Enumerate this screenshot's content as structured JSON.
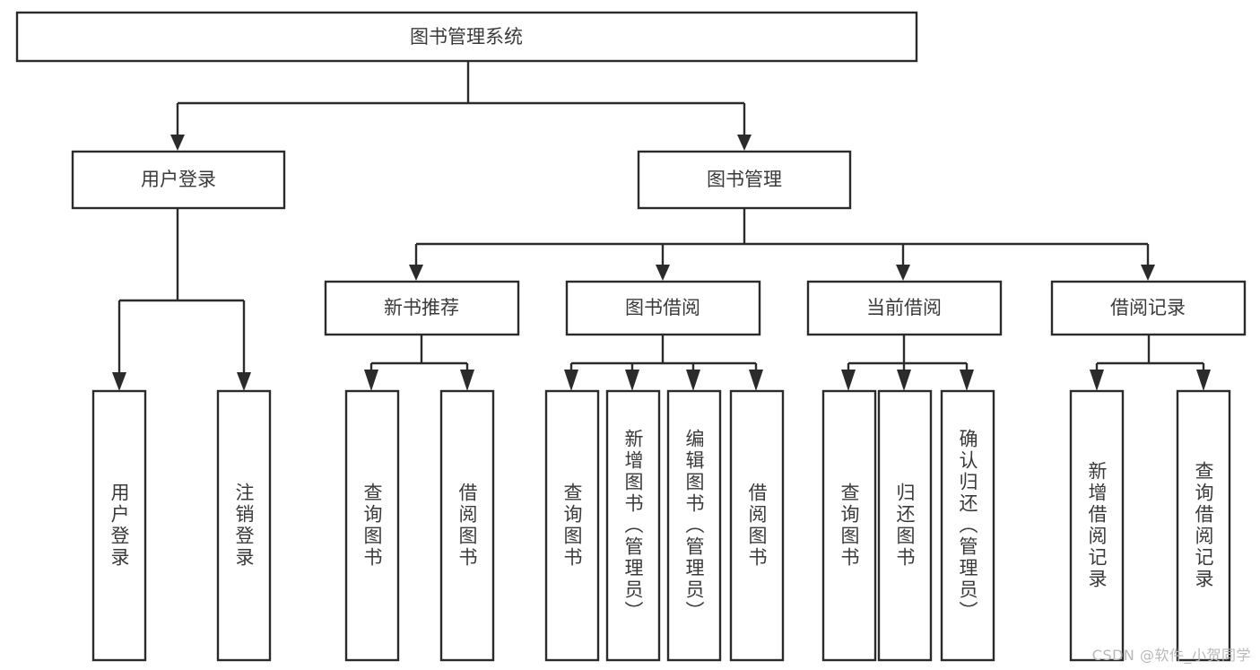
{
  "diagram": {
    "type": "tree-hierarchy-chart",
    "title": "图书管理系统",
    "orientation": "top-down",
    "line_color": "#2b2b2b",
    "box_fill": "#ffffff",
    "text_color": "#3a3a3a",
    "nodes": {
      "root": {
        "label": "图书管理系统",
        "level": 0
      },
      "user_login": {
        "label": "用户登录",
        "level": 1
      },
      "book_manage": {
        "label": "图书管理",
        "level": 1
      },
      "new_book_rec": {
        "label": "新书推荐",
        "level": 2
      },
      "book_borrow": {
        "label": "图书借阅",
        "level": 2
      },
      "current_borrow": {
        "label": "当前借阅",
        "level": 2
      },
      "borrow_record": {
        "label": "借阅记录",
        "level": 2
      },
      "leaf_user_login": {
        "label": "用户登录",
        "level": 3
      },
      "leaf_logout": {
        "label": "注销登录",
        "level": 3
      },
      "leaf_query_book_1": {
        "label": "查询图书",
        "level": 3
      },
      "leaf_borrow_book_1": {
        "label": "借阅图书",
        "level": 3
      },
      "leaf_query_book_2": {
        "label": "查询图书",
        "level": 3
      },
      "leaf_add_book": {
        "label": "新增图书（管理员）",
        "level": 3
      },
      "leaf_edit_book": {
        "label": "编辑图书（管理员）",
        "level": 3
      },
      "leaf_borrow_book_2": {
        "label": "借阅图书",
        "level": 3
      },
      "leaf_query_book_3": {
        "label": "查询图书",
        "level": 3
      },
      "leaf_return_book": {
        "label": "归还图书",
        "level": 3
      },
      "leaf_confirm_return": {
        "label": "确认归还（管理员）",
        "level": 3
      },
      "leaf_add_record": {
        "label": "新增借阅记录",
        "level": 3
      },
      "leaf_query_record": {
        "label": "查询借阅记录",
        "level": 3
      }
    },
    "edges": [
      [
        "root",
        "user_login"
      ],
      [
        "root",
        "book_manage"
      ],
      [
        "book_manage",
        "new_book_rec"
      ],
      [
        "book_manage",
        "book_borrow"
      ],
      [
        "book_manage",
        "current_borrow"
      ],
      [
        "book_manage",
        "borrow_record"
      ],
      [
        "user_login",
        "leaf_user_login"
      ],
      [
        "user_login",
        "leaf_logout"
      ],
      [
        "new_book_rec",
        "leaf_query_book_1"
      ],
      [
        "new_book_rec",
        "leaf_borrow_book_1"
      ],
      [
        "book_borrow",
        "leaf_query_book_2"
      ],
      [
        "book_borrow",
        "leaf_add_book"
      ],
      [
        "book_borrow",
        "leaf_edit_book"
      ],
      [
        "book_borrow",
        "leaf_borrow_book_2"
      ],
      [
        "current_borrow",
        "leaf_query_book_3"
      ],
      [
        "current_borrow",
        "leaf_return_book"
      ],
      [
        "current_borrow",
        "leaf_confirm_return"
      ],
      [
        "borrow_record",
        "leaf_add_record"
      ],
      [
        "borrow_record",
        "leaf_query_record"
      ]
    ]
  },
  "watermark": {
    "text": "CSDN @软件_小贺同学"
  }
}
